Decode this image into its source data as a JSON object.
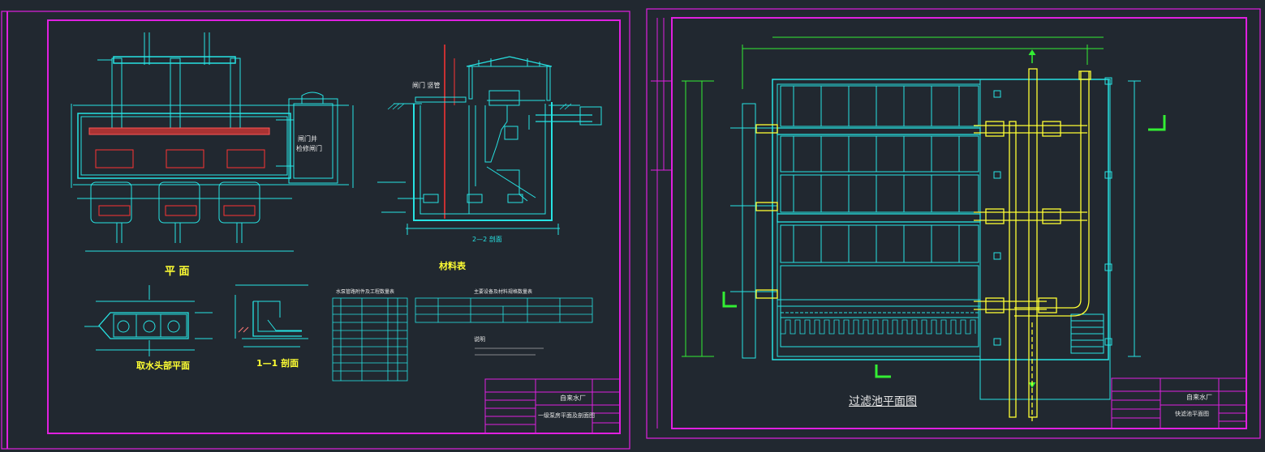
{
  "left_sheet": {
    "plan_title": "平  面",
    "section_22": "2—2 剖面",
    "valve_label": "闸门井",
    "valve_note": "检修闸门",
    "gate_note": "闸门 竖管",
    "material_table_title": "材料表",
    "intake_head_plan": "取水头部平面",
    "section_11": "1—1 剖面",
    "table1_title": "水泵管路附件及工程数量表",
    "table2_title": "主要设备及材料规格数量表",
    "notes_title": "说明",
    "titleblock_project": "自来水厂",
    "titleblock_drawing": "一级泵房平面及剖面图"
  },
  "right_sheet": {
    "filter_plan_title": "过滤池平面图",
    "titleblock_project": "自来水厂",
    "titleblock_drawing": "快滤池平面图"
  },
  "colors": {
    "background": "#212830",
    "frame": "#e020e0",
    "cyan": "#27e3e3",
    "yellow": "#ffff33",
    "green": "#33ee33",
    "red": "#ff3333",
    "white": "#e8e8e8"
  }
}
